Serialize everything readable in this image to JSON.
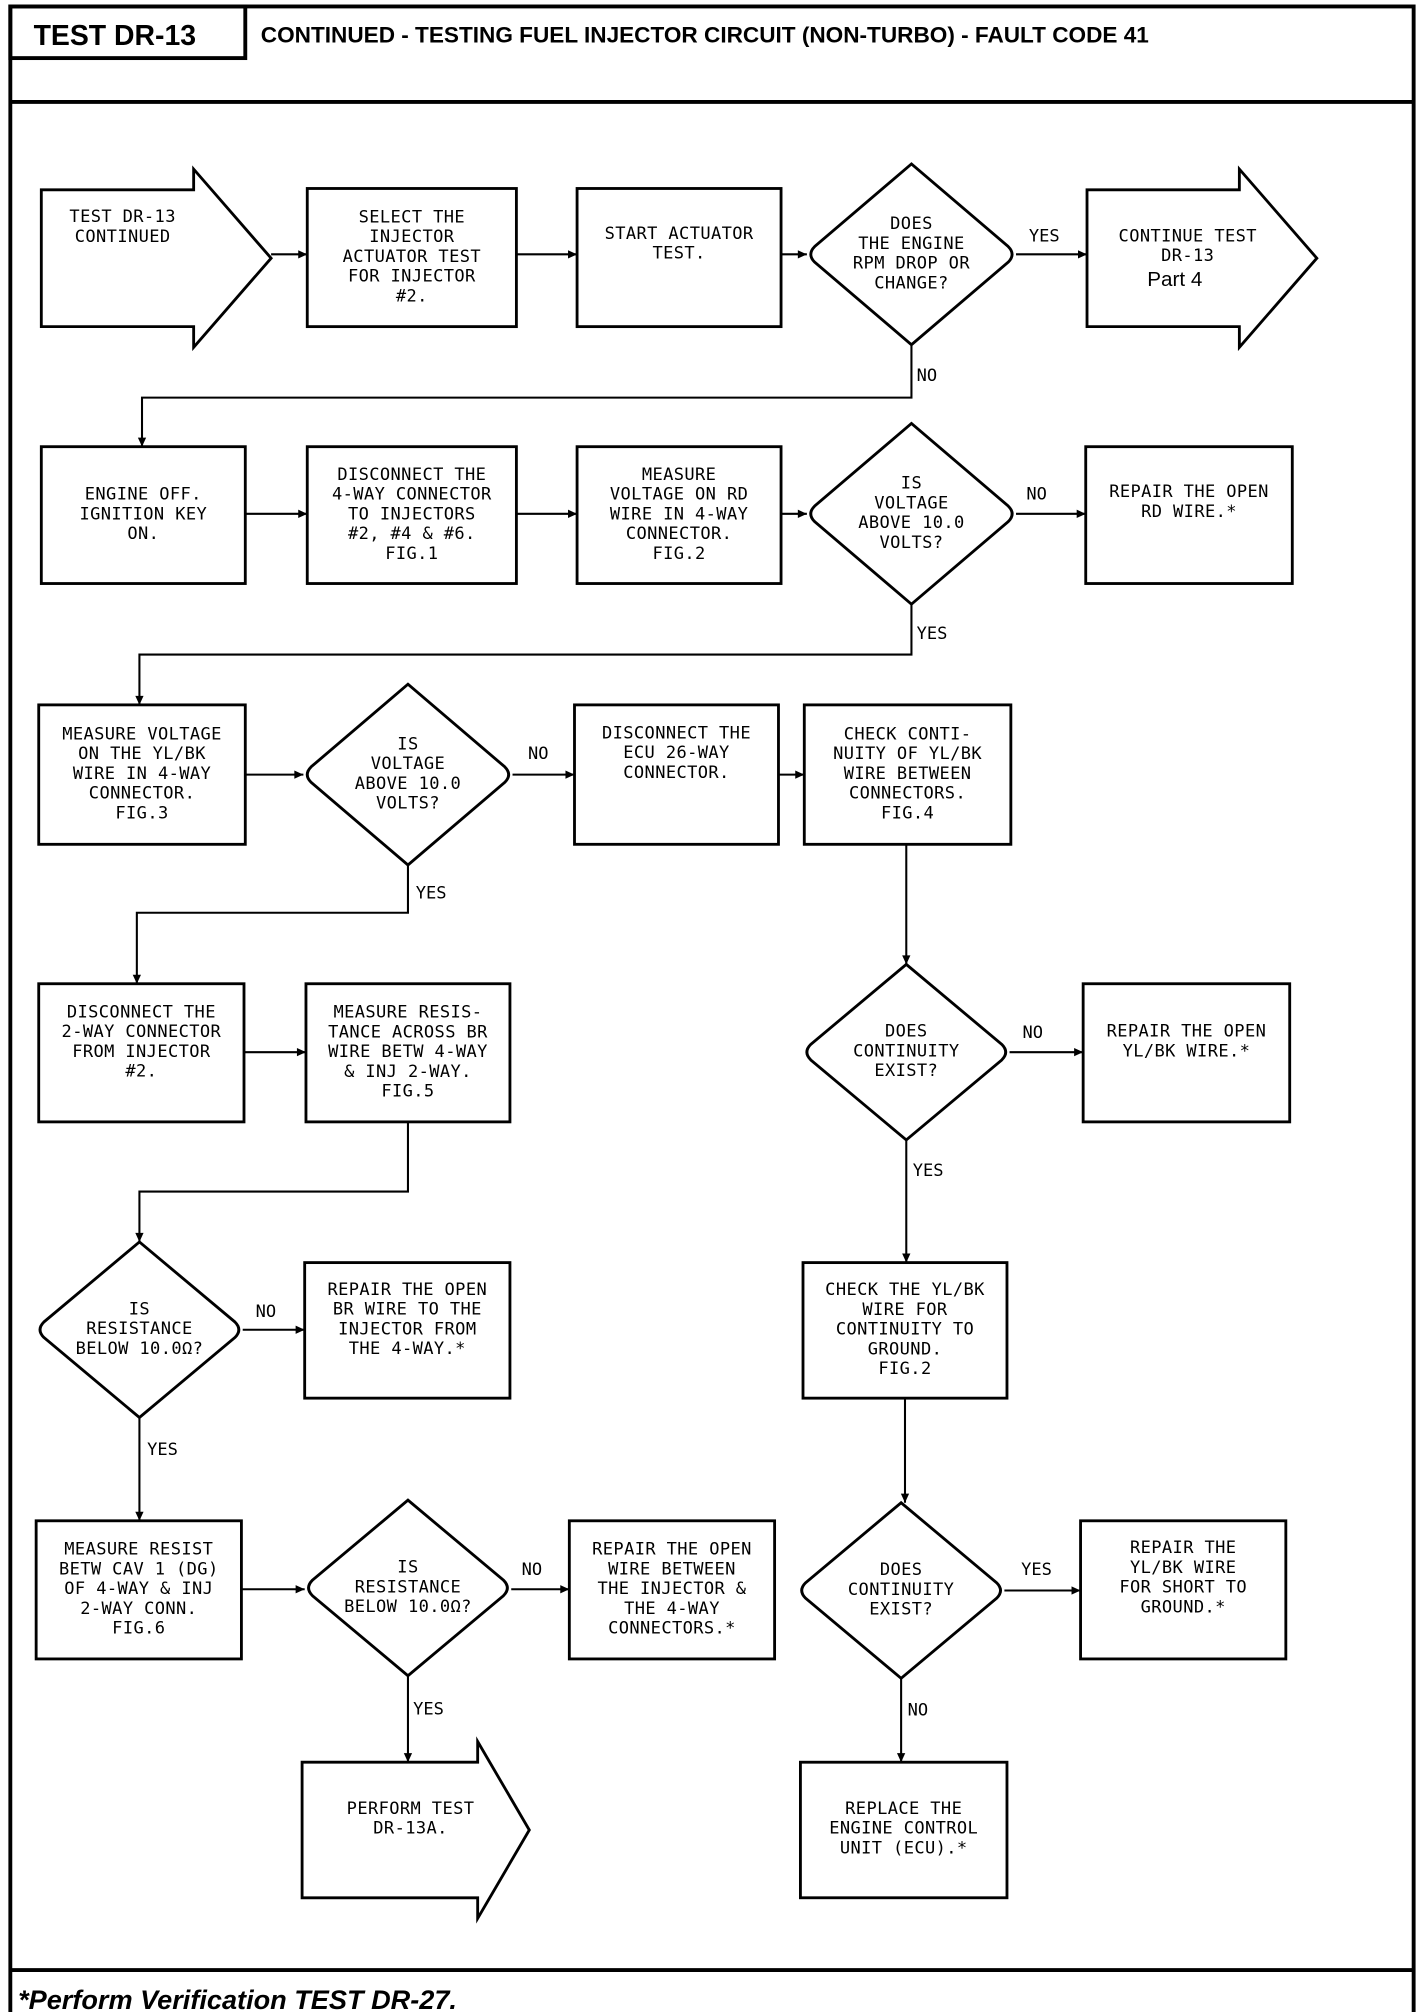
{
  "header": {
    "test_code": "TEST DR-13",
    "title": "CONTINUED - TESTING FUEL INJECTOR CIRCUIT (NON-TURBO) - FAULT CODE 41"
  },
  "footer": {
    "note": "*Perform Verification TEST DR-27."
  },
  "nodes": {
    "start": {
      "type": "arrow",
      "lines": [
        "TEST DR-13",
        "CONTINUED"
      ]
    },
    "select_test": {
      "type": "box",
      "lines": [
        "SELECT THE",
        "INJECTOR",
        "ACTUATOR TEST",
        "FOR INJECTOR",
        "#2."
      ]
    },
    "start_actuator": {
      "type": "box",
      "lines": [
        "START ACTUATOR",
        "TEST."
      ]
    },
    "rpm_change": {
      "type": "decision",
      "lines": [
        "DOES",
        "THE ENGINE",
        "RPM DROP OR",
        "CHANGE?"
      ]
    },
    "continue_part4": {
      "type": "arrow",
      "lines": [
        "CONTINUE TEST",
        "DR-13"
      ],
      "extra": "Part 4"
    },
    "engine_off": {
      "type": "box",
      "lines": [
        "ENGINE OFF.",
        "IGNITION KEY",
        "ON."
      ]
    },
    "disconnect_4way": {
      "type": "box",
      "lines": [
        "DISCONNECT THE",
        "4-WAY CONNECTOR",
        "TO INJECTORS",
        "#2, #4 & #6.",
        "FIG.1"
      ]
    },
    "measure_rd": {
      "type": "box",
      "lines": [
        "MEASURE",
        "VOLTAGE ON RD",
        "WIRE IN 4-WAY",
        "CONNECTOR.",
        "FIG.2"
      ]
    },
    "rd_voltage": {
      "type": "decision",
      "lines": [
        "IS",
        "VOLTAGE",
        "ABOVE 10.0",
        "VOLTS?"
      ]
    },
    "repair_rd": {
      "type": "box",
      "lines": [
        "REPAIR THE OPEN",
        "RD WIRE.*"
      ]
    },
    "measure_ylbk": {
      "type": "box",
      "lines": [
        "MEASURE VOLTAGE",
        "ON THE YL/BK",
        "WIRE IN 4-WAY",
        "CONNECTOR.",
        "FIG.3"
      ]
    },
    "ylbk_voltage": {
      "type": "decision",
      "lines": [
        "IS",
        "VOLTAGE",
        "ABOVE 10.0",
        "VOLTS?"
      ]
    },
    "disconnect_ecu": {
      "type": "box",
      "lines": [
        "DISCONNECT THE",
        "ECU 26-WAY",
        "CONNECTOR."
      ]
    },
    "check_continuity": {
      "type": "box",
      "lines": [
        "CHECK CONTI-",
        "NUITY OF YL/BK",
        "WIRE BETWEEN",
        "CONNECTORS.",
        "FIG.4"
      ]
    },
    "disconnect_2way": {
      "type": "box",
      "lines": [
        "DISCONNECT THE",
        "2-WAY CONNECTOR",
        "FROM INJECTOR",
        "#2."
      ]
    },
    "measure_br": {
      "type": "box",
      "lines": [
        "MEASURE RESIS-",
        "TANCE ACROSS BR",
        "WIRE BETW 4-WAY",
        "& INJ 2-WAY.",
        "FIG.5"
      ]
    },
    "continuity_exist1": {
      "type": "decision",
      "lines": [
        "DOES",
        "CONTINUITY",
        "EXIST?"
      ]
    },
    "repair_ylbk_open": {
      "type": "box",
      "lines": [
        "REPAIR THE OPEN",
        "YL/BK WIRE.*"
      ]
    },
    "br_resistance": {
      "type": "decision",
      "lines": [
        "IS",
        "RESISTANCE",
        "BELOW 10.0Ω?"
      ]
    },
    "repair_br": {
      "type": "box",
      "lines": [
        "REPAIR THE OPEN",
        "BR WIRE TO THE",
        "INJECTOR FROM",
        "THE 4-WAY.*"
      ]
    },
    "check_ground": {
      "type": "box",
      "lines": [
        "CHECK THE YL/BK",
        "WIRE FOR",
        "CONTINUITY TO",
        "GROUND.",
        "FIG.2"
      ]
    },
    "measure_cav1": {
      "type": "box",
      "lines": [
        "MEASURE RESIST",
        "BETW CAV 1 (DG)",
        "OF 4-WAY & INJ",
        "2-WAY CONN.",
        "FIG.6"
      ]
    },
    "cav1_resistance": {
      "type": "decision",
      "lines": [
        "IS",
        "RESISTANCE",
        "BELOW 10.0Ω?"
      ]
    },
    "repair_open_wire": {
      "type": "box",
      "lines": [
        "REPAIR THE OPEN",
        "WIRE BETWEEN",
        "THE INJECTOR &",
        "THE 4-WAY",
        "CONNECTORS.*"
      ]
    },
    "continuity_exist2": {
      "type": "decision",
      "lines": [
        "DOES",
        "CONTINUITY",
        "EXIST?"
      ]
    },
    "repair_short": {
      "type": "box",
      "lines": [
        "REPAIR THE",
        "YL/BK WIRE",
        "FOR SHORT TO",
        "GROUND.*"
      ]
    },
    "perform_dr13a": {
      "type": "arrow",
      "lines": [
        "PERFORM TEST",
        "DR-13A."
      ]
    },
    "replace_ecu": {
      "type": "box",
      "lines": [
        "REPLACE THE",
        "ENGINE CONTROL",
        "UNIT (ECU).*"
      ]
    }
  },
  "edge_labels": {
    "rpm_yes": "YES",
    "rpm_no": "NO",
    "rd_no": "NO",
    "rd_yes": "YES",
    "ylbk_no": "NO",
    "ylbk_yes": "YES",
    "cont1_no": "NO",
    "cont1_yes": "YES",
    "br_no": "NO",
    "br_yes": "YES",
    "cav1_no": "NO",
    "cav1_yes": "YES",
    "cont2_yes": "YES",
    "cont2_no": "NO"
  }
}
